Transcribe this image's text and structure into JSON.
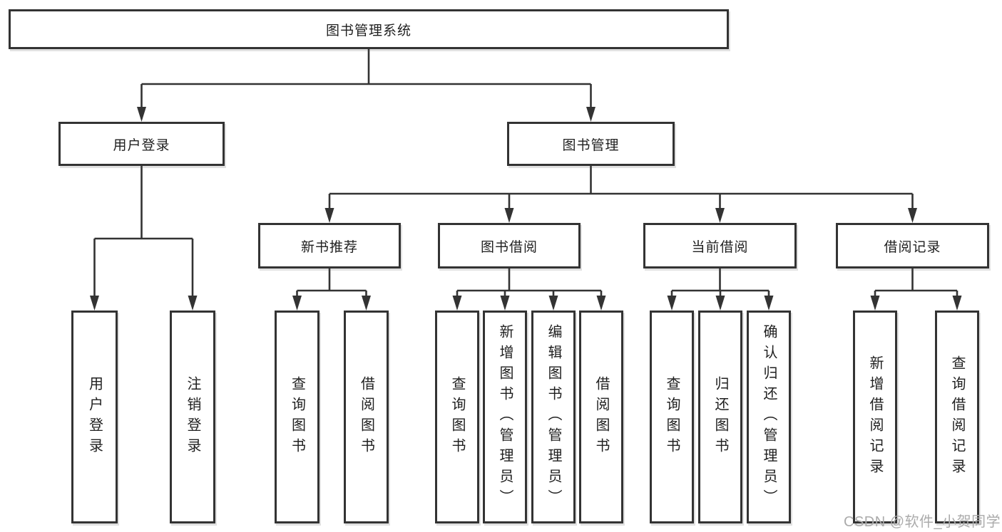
{
  "diagram": {
    "tree": {
      "label": "图书管理系统",
      "children": [
        {
          "label": "用户登录",
          "children": [
            {
              "label": "用户登录"
            },
            {
              "label": "注销登录"
            }
          ]
        },
        {
          "label": "图书管理",
          "children": [
            {
              "label": "新书推荐",
              "children": [
                {
                  "label": "查询图书"
                },
                {
                  "label": "借阅图书"
                }
              ]
            },
            {
              "label": "图书借阅",
              "children": [
                {
                  "label": "查询图书"
                },
                {
                  "label": "新增图书（管理员）"
                },
                {
                  "label": "编辑图书（管理员）"
                },
                {
                  "label": "借阅图书"
                }
              ]
            },
            {
              "label": "当前借阅",
              "children": [
                {
                  "label": "查询图书"
                },
                {
                  "label": "归还图书"
                },
                {
                  "label": "确认归还（管理员）"
                }
              ]
            },
            {
              "label": "借阅记录",
              "children": [
                {
                  "label": "新增借阅记录"
                },
                {
                  "label": "查询借阅记录"
                }
              ]
            }
          ]
        }
      ]
    },
    "colors": {
      "line": "#333333",
      "box-border": "#333333",
      "box-fill": "#ffffff",
      "text": "#1f1f1f",
      "watermark": "#ababab"
    }
  },
  "watermark": {
    "text": "CSDN @软件_小贺同学"
  }
}
